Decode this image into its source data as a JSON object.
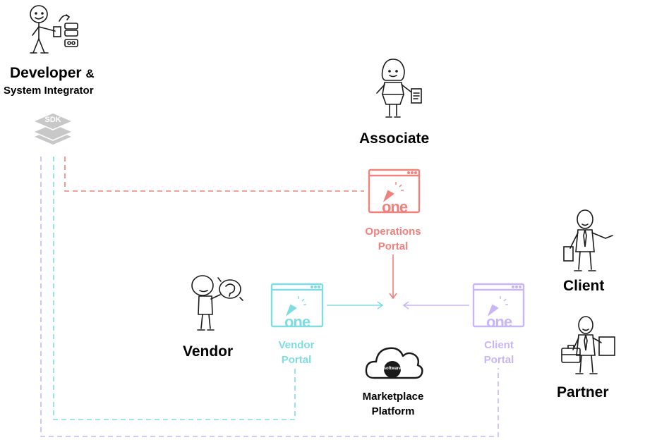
{
  "roles": {
    "developer": "Developer",
    "developer_amp": "&",
    "developer_sub": "System Integrator",
    "associate": "Associate",
    "vendor": "Vendor",
    "client": "Client",
    "partner": "Partner"
  },
  "sdk_label": "SDK",
  "portal_logo_text": "one",
  "portals": {
    "operations": {
      "line1": "Operations",
      "line2": "Portal",
      "color": "#f0817c"
    },
    "vendor": {
      "line1": "Vendor",
      "line2": "Portal",
      "color": "#7fdde2"
    },
    "client": {
      "line1": "Client",
      "line2": "Portal",
      "color": "#c9b6f5"
    }
  },
  "platform": {
    "badge": "software",
    "line1": "Marketplace",
    "line2": "Platform"
  },
  "colors": {
    "operations": "#f0817c",
    "vendor": "#7fdde2",
    "client": "#c9b6f5",
    "sdk": "#c8c8c8",
    "ink": "#1a1a1a"
  }
}
